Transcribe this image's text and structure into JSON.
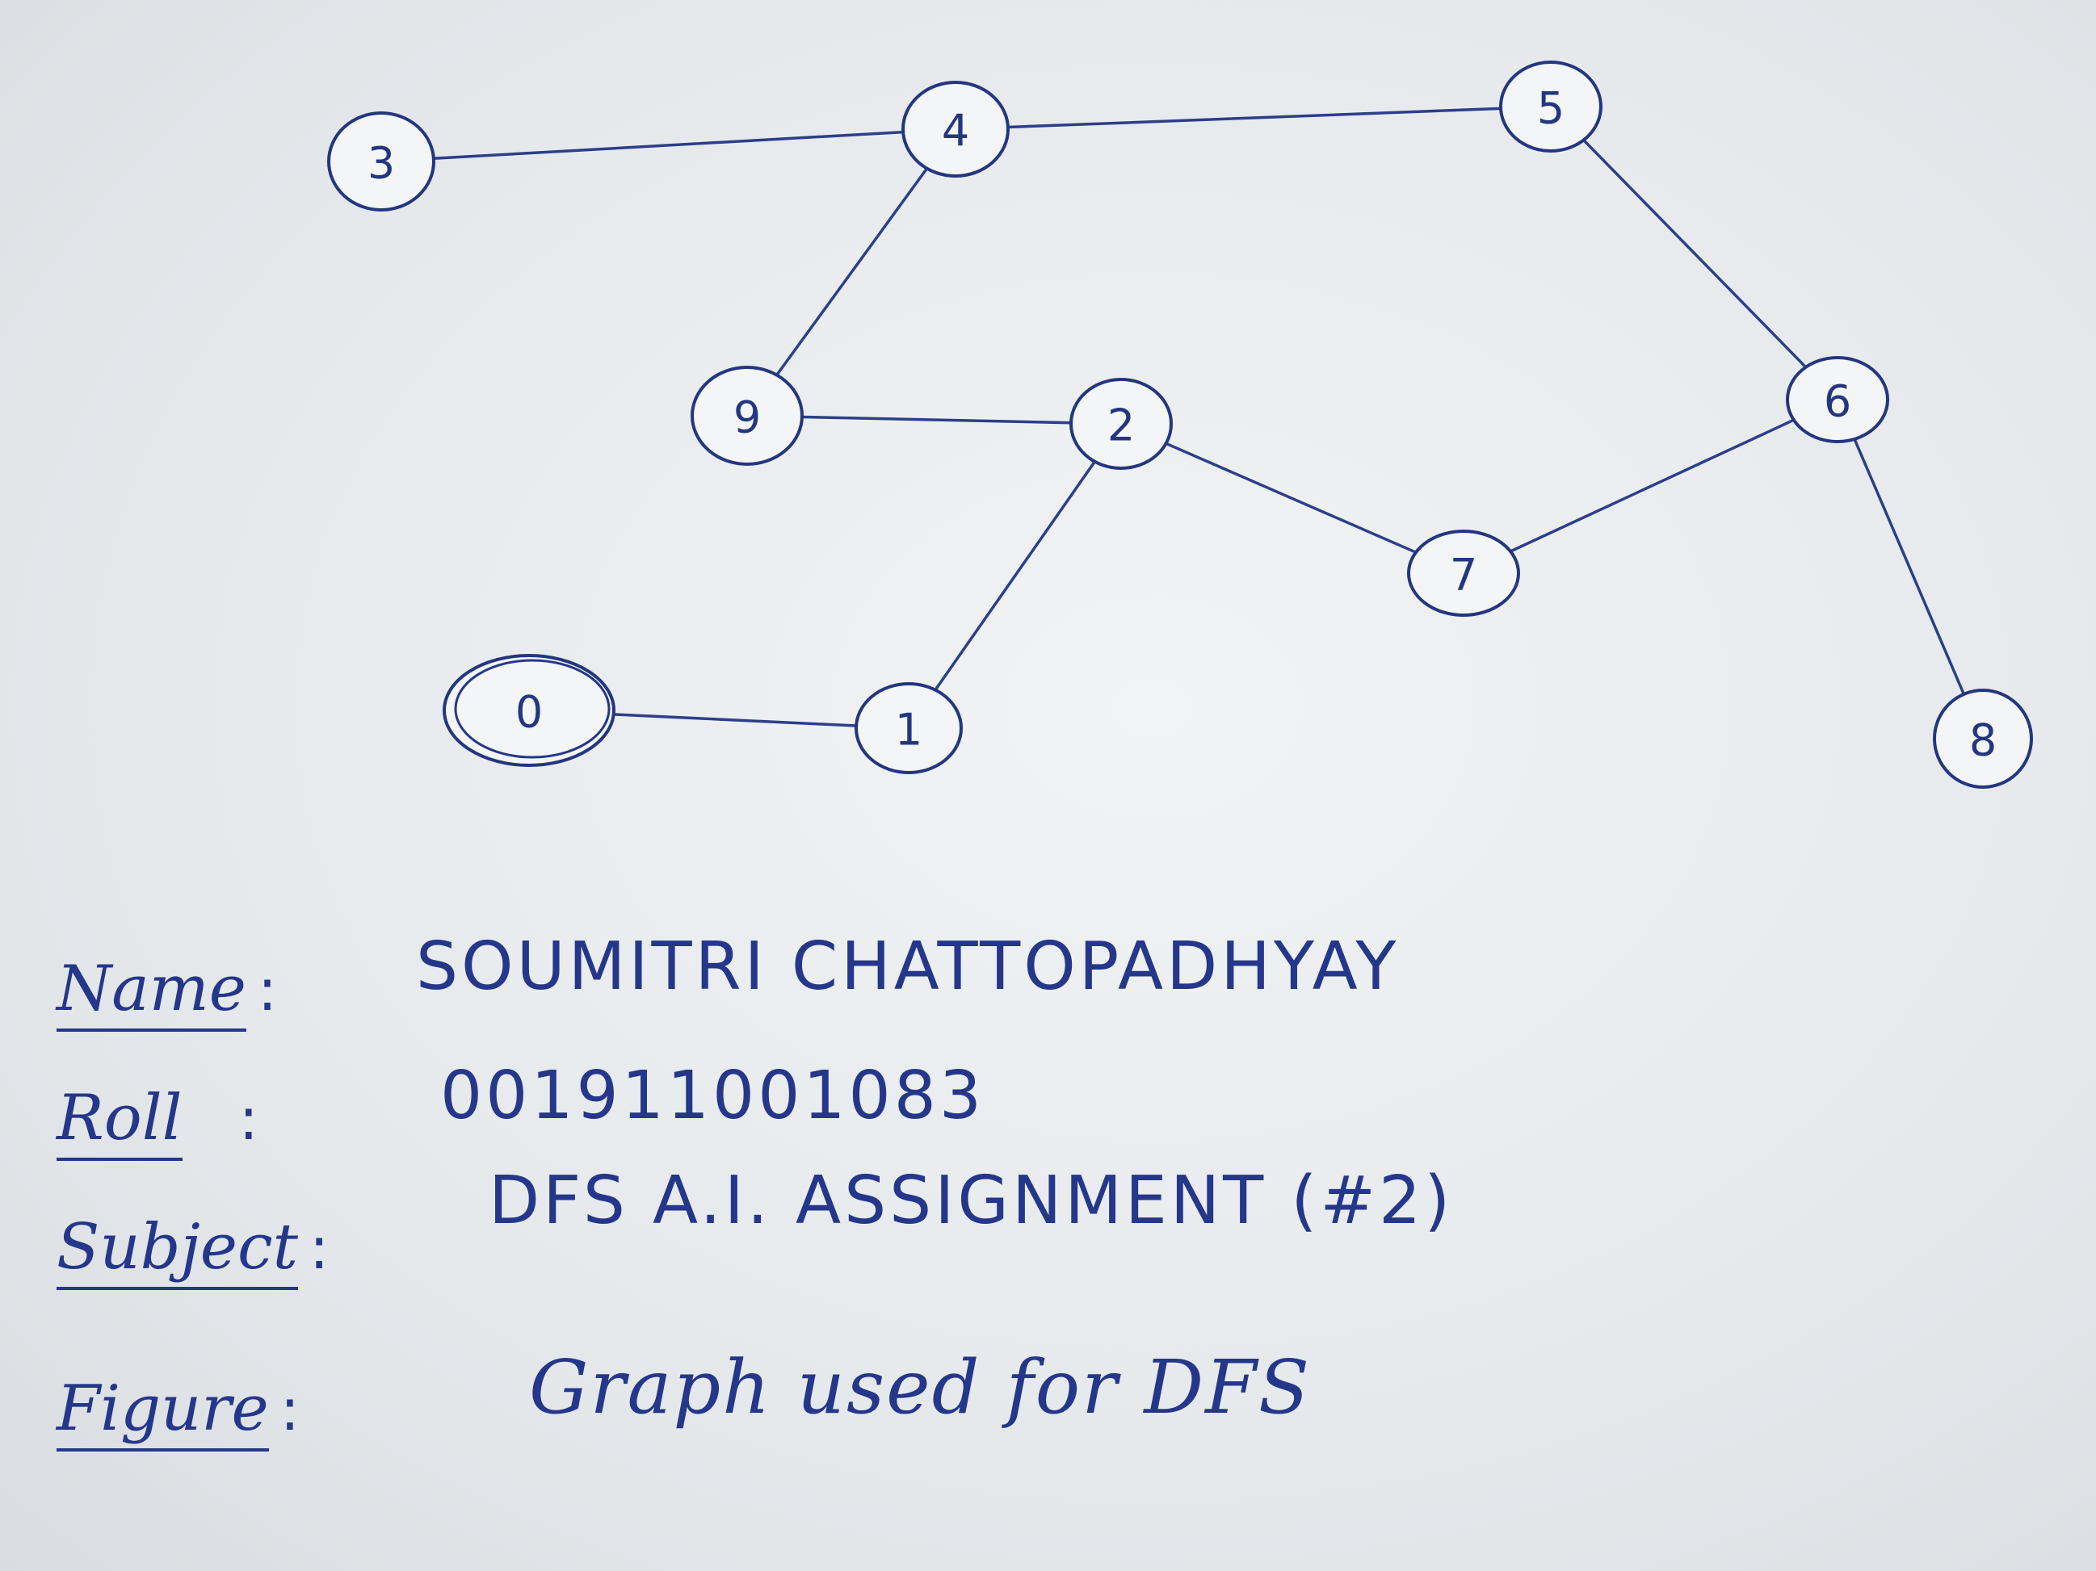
{
  "graph": {
    "nodes": [
      {
        "id": "0",
        "label": "0"
      },
      {
        "id": "1",
        "label": "1"
      },
      {
        "id": "2",
        "label": "2"
      },
      {
        "id": "3",
        "label": "3"
      },
      {
        "id": "4",
        "label": "4"
      },
      {
        "id": "5",
        "label": "5"
      },
      {
        "id": "6",
        "label": "6"
      },
      {
        "id": "7",
        "label": "7"
      },
      {
        "id": "8",
        "label": "8"
      },
      {
        "id": "9",
        "label": "9"
      }
    ],
    "edges": [
      [
        "3",
        "4"
      ],
      [
        "4",
        "5"
      ],
      [
        "4",
        "9"
      ],
      [
        "9",
        "2"
      ],
      [
        "5",
        "6"
      ],
      [
        "6",
        "7"
      ],
      [
        "6",
        "8"
      ],
      [
        "2",
        "7"
      ],
      [
        "2",
        "1"
      ],
      [
        "0",
        "1"
      ]
    ],
    "ink_color": "#24378a"
  },
  "info": {
    "name_label": "Name",
    "name_value": "SOUMITRI CHATTOPADHYAY",
    "roll_label": "Roll",
    "roll_value": "001911001083",
    "subject_label": "Subject",
    "subject_value": "DFS A.I. ASSIGNMENT (#2)",
    "figure_label": "Figure",
    "figure_value": "Graph used for DFS",
    "colon": ":"
  }
}
